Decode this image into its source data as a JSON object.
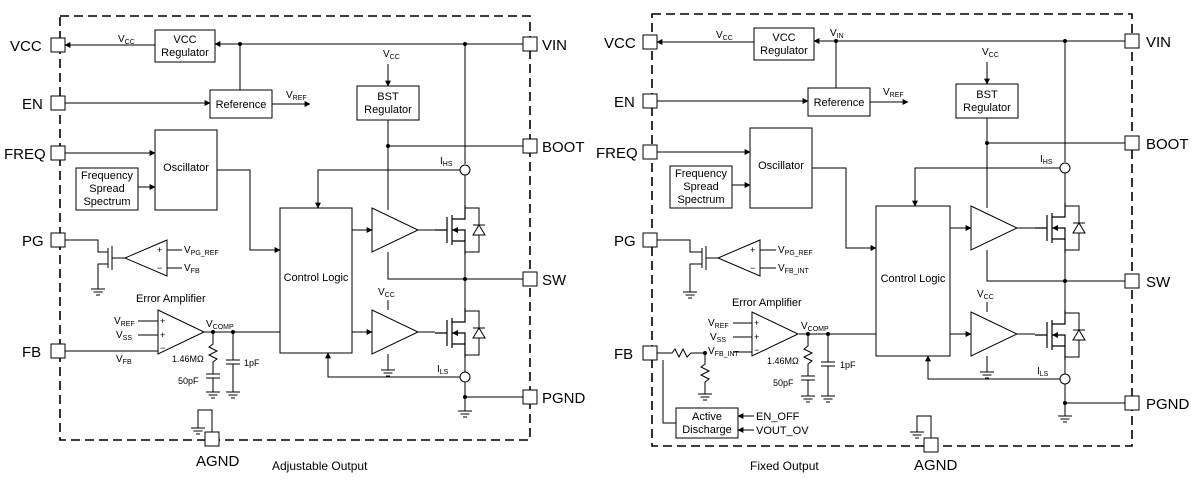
{
  "left": {
    "caption": "Adjustable Output",
    "pins": {
      "vcc": "VCC",
      "en": "EN",
      "freq": "FREQ",
      "pg": "PG",
      "fb": "FB",
      "agnd": "AGND",
      "vin": "VIN",
      "boot": "BOOT",
      "sw": "SW",
      "pgnd": "PGND"
    },
    "vcc_regulator": [
      "VCC",
      "Regulator"
    ],
    "reference": "Reference",
    "bst_regulator": [
      "BST",
      "Regulator"
    ],
    "oscillator": "Oscillator",
    "freq_spread": [
      "Frequency",
      "Spread",
      "Spectrum"
    ],
    "control_logic": "Control Logic",
    "error_amplifier": "Error Amplifier",
    "resistor": "1.46MΩ",
    "cap_50": "50pF",
    "cap_1": "1pF",
    "sig_vcc": {
      "main": "V",
      "sub": "CC"
    },
    "sig_vref": {
      "main": "V",
      "sub": "REF"
    },
    "sig_vpg_ref": {
      "main": "V",
      "sub": "PG_REF"
    },
    "sig_vfb_cmp": {
      "main": "V",
      "sub": "FB"
    },
    "sig_vref_ea": {
      "main": "V",
      "sub": "REF"
    },
    "sig_vss": {
      "main": "V",
      "sub": "SS"
    },
    "sig_vfb_ea": {
      "main": "V",
      "sub": "FB"
    },
    "sig_vcomp": {
      "main": "V",
      "sub": "COMP"
    },
    "sig_ihs": {
      "main": "I",
      "sub": "HS"
    },
    "sig_ils": {
      "main": "I",
      "sub": "LS"
    }
  },
  "right": {
    "caption": "Fixed Output",
    "pins": {
      "vcc": "VCC",
      "en": "EN",
      "freq": "FREQ",
      "pg": "PG",
      "fb": "FB",
      "agnd": "AGND",
      "vin": "VIN",
      "boot": "BOOT",
      "sw": "SW",
      "pgnd": "PGND"
    },
    "vcc_regulator": [
      "VCC",
      "Regulator"
    ],
    "reference": "Reference",
    "bst_regulator": [
      "BST",
      "Regulator"
    ],
    "oscillator": "Oscillator",
    "freq_spread": [
      "Frequency",
      "Spread",
      "Spectrum"
    ],
    "control_logic": "Control Logic",
    "error_amplifier": "Error Amplifier",
    "resistor": "1.46MΩ",
    "cap_50": "50pF",
    "cap_1": "1pF",
    "active_discharge": [
      "Active",
      "Discharge"
    ],
    "en_off": "EN_OFF",
    "vout_ov": "VOUT_OV",
    "sig_vcc": {
      "main": "V",
      "sub": "CC"
    },
    "sig_vin": {
      "main": "V",
      "sub": "IN"
    },
    "sig_vref": {
      "main": "V",
      "sub": "REF"
    },
    "sig_vpg_ref": {
      "main": "V",
      "sub": "PG_REF"
    },
    "sig_vfb_int": {
      "main": "V",
      "sub": "FB_INT"
    },
    "sig_vref_ea": {
      "main": "V",
      "sub": "REF"
    },
    "sig_vss": {
      "main": "V",
      "sub": "SS"
    },
    "sig_vfb_int_ea": {
      "main": "V",
      "sub": "FB_INT"
    },
    "sig_vcomp": {
      "main": "V",
      "sub": "COMP"
    },
    "sig_ihs": {
      "main": "I",
      "sub": "HS"
    },
    "sig_ils": {
      "main": "I",
      "sub": "LS"
    }
  }
}
